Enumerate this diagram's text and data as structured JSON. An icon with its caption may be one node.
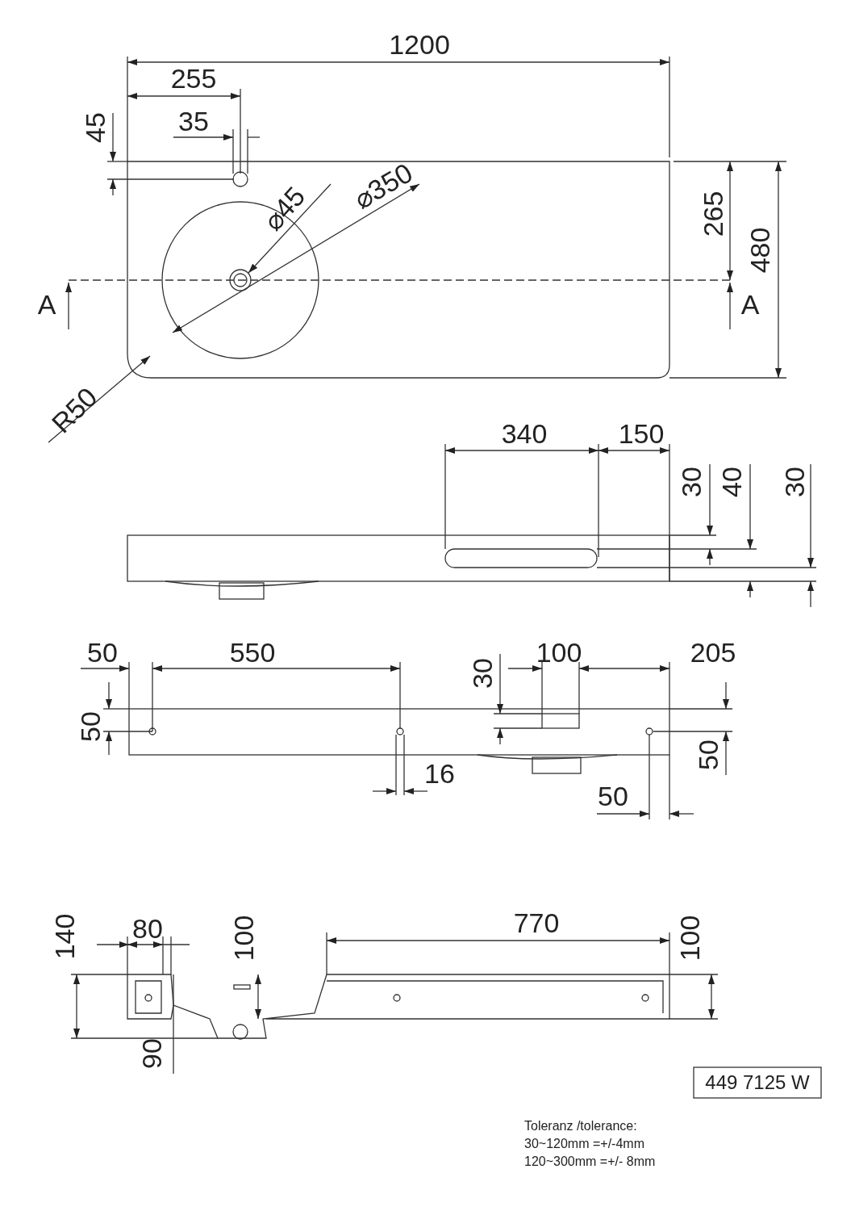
{
  "diagram": {
    "labels": [
      "1200",
      "255",
      "45",
      "35",
      "⌀45",
      "⌀350",
      "265",
      "480",
      "A",
      "A",
      "R50",
      "340",
      "150",
      "30",
      "40",
      "30",
      "50",
      "550",
      "30",
      "100",
      "205",
      "50",
      "16",
      "50",
      "50",
      "140",
      "80",
      "100",
      "770",
      "100",
      "90",
      "Toleranz /tolerance:",
      "30~120mm =+/-4mm",
      "120~300mm =+/- 8mm",
      "449 7125 W"
    ]
  }
}
